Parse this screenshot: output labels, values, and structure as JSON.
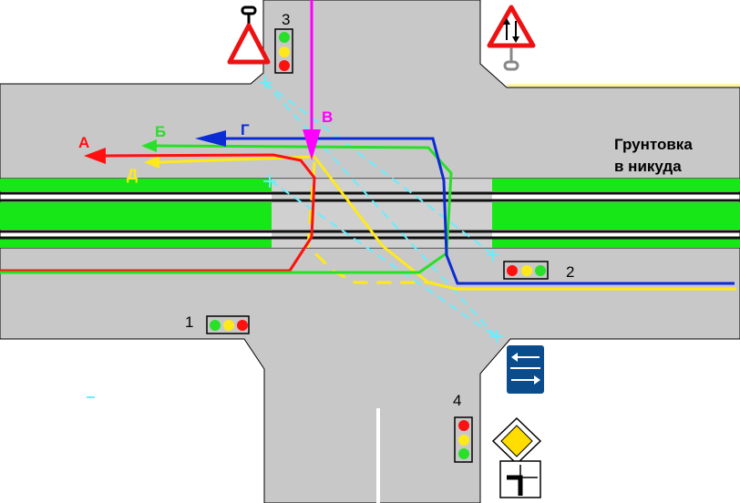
{
  "colors": {
    "road": "#c8c8c8",
    "sand": "#fff5a6",
    "grass": "#17e617",
    "rail": "#111111",
    "route_a": "#ff1010",
    "route_b": "#28e028",
    "route_v": "#ff00ff",
    "route_g": "#0b2bd4",
    "route_d": "#ffe91a",
    "sight": "#66eeff",
    "sign_blue": "#0b4d8c"
  },
  "routes": {
    "a": "А",
    "b": "Б",
    "v": "В",
    "g": "Г",
    "d": "Д"
  },
  "lights": {
    "l1": "1",
    "l2": "2",
    "l3": "3",
    "l4": "4"
  },
  "area": {
    "line1": "Грунтовка",
    "line2": "в никуда"
  },
  "icons": {
    "crossing_warning": "triangle-warning-sign-icon",
    "two_way": "two-way-traffic-sign-icon",
    "lanes": "lane-direction-sign-icon",
    "priority": "priority-road-sign-icon",
    "main_road_shape": "main-road-direction-plate-icon"
  }
}
